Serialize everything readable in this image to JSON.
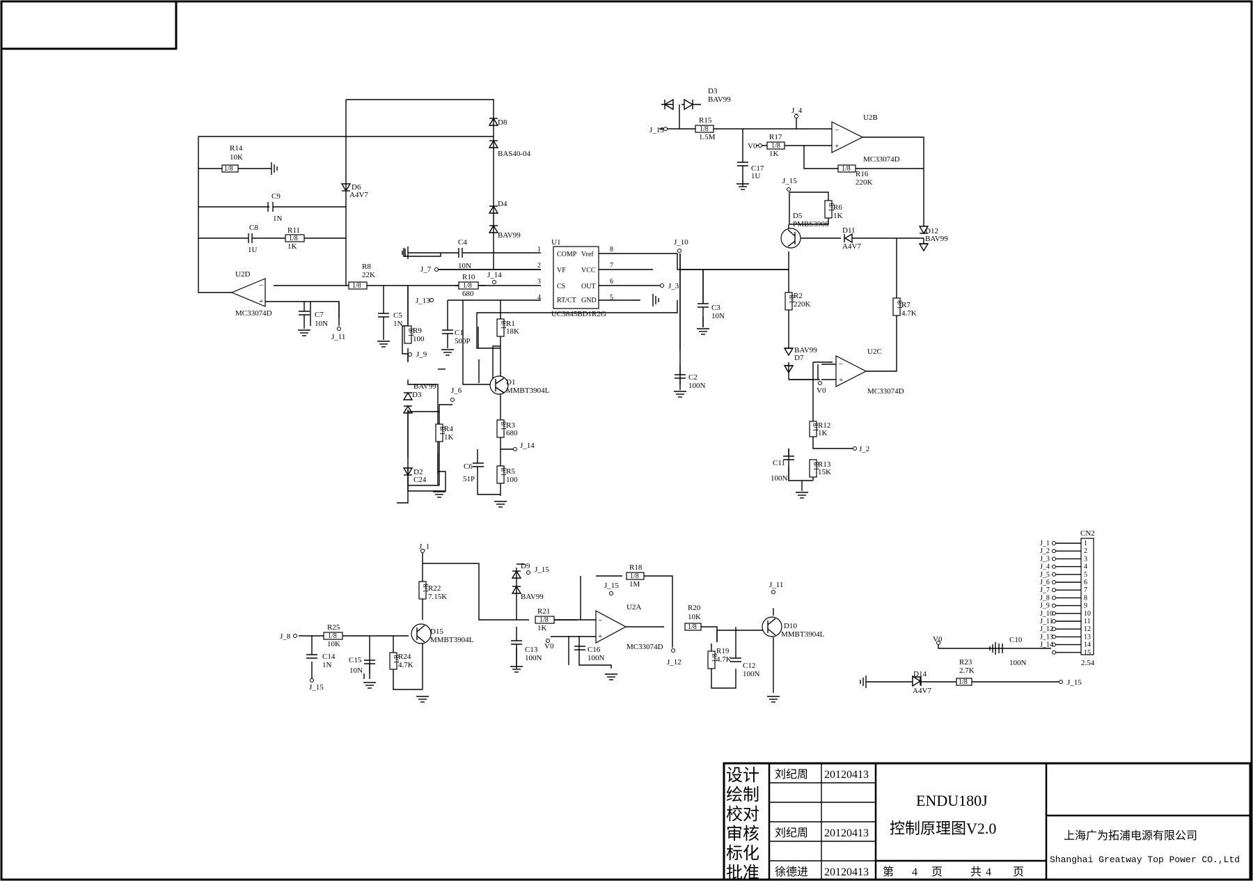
{
  "title_block": {
    "rows": [
      {
        "role": "设计",
        "name": "刘纪周",
        "date": "20120413"
      },
      {
        "role": "绘制",
        "name": "",
        "date": ""
      },
      {
        "role": "校对",
        "name": "",
        "date": ""
      },
      {
        "role": "审核",
        "name": "刘纪周",
        "date": "20120413"
      },
      {
        "role": "标化",
        "name": "",
        "date": ""
      },
      {
        "role": "批准",
        "name": "徐德进",
        "date": "20120413"
      }
    ],
    "project": "ENDU180J",
    "drawing_title": "控制原理图V2.0",
    "sheet_prefix": "第",
    "sheet_no": "4",
    "sheet_unit": "页",
    "total_prefix": "共",
    "total_no": "4",
    "total_unit": "页",
    "company_cn": "上海广为拓浦电源有限公司",
    "company_en": "Shanghai Greatway Top Power CO.,Ltd"
  },
  "ic_u1": {
    "ref": "U1",
    "part": "UC3845BD1R2G",
    "left_pins": [
      "COMP",
      "VF",
      "CS",
      "RT/CT"
    ],
    "left_nums": [
      "1",
      "2",
      "3",
      "4"
    ],
    "right_pins": [
      "Vref",
      "VCC",
      "OUT",
      "GND"
    ],
    "right_nums": [
      "8",
      "7",
      "6",
      "5"
    ]
  },
  "opamps": [
    {
      "id": "u2d",
      "ref": "U2D",
      "part": "MC33074D"
    },
    {
      "id": "u2b",
      "ref": "U2B",
      "part": "MC33074D"
    },
    {
      "id": "u2c",
      "ref": "U2C",
      "part": "MC33074D"
    },
    {
      "id": "u2a",
      "ref": "U2A",
      "part": "MC33074D"
    }
  ],
  "components": [
    {
      "id": "r14",
      "labels": [
        "R14",
        "10K",
        "1/8"
      ]
    },
    {
      "id": "c9",
      "labels": [
        "C9",
        "1N"
      ]
    },
    {
      "id": "c8",
      "labels": [
        "C8",
        "1U"
      ]
    },
    {
      "id": "r11",
      "labels": [
        "R11",
        "1K",
        "1/8"
      ]
    },
    {
      "id": "d6",
      "labels": [
        "D6",
        "A4V7"
      ]
    },
    {
      "id": "d8",
      "labels": [
        "D8",
        "BAS40-04"
      ]
    },
    {
      "id": "d4",
      "labels": [
        "D4",
        "BAV99"
      ]
    },
    {
      "id": "c4",
      "labels": [
        "C4",
        "10N"
      ]
    },
    {
      "id": "r8",
      "labels": [
        "R8",
        "22K",
        "1/8"
      ]
    },
    {
      "id": "c7",
      "labels": [
        "C7",
        "10N"
      ]
    },
    {
      "id": "c5",
      "labels": [
        "C5",
        "1N"
      ]
    },
    {
      "id": "r10",
      "labels": [
        "R10",
        "680",
        "1/8"
      ]
    },
    {
      "id": "c1",
      "labels": [
        "C1",
        "500P"
      ]
    },
    {
      "id": "r1",
      "labels": [
        "R1",
        "18K",
        "1/8"
      ]
    },
    {
      "id": "r9",
      "labels": [
        "R9",
        "100",
        "1/8"
      ]
    },
    {
      "id": "d3",
      "labels": [
        "BAV99",
        "D3"
      ]
    },
    {
      "id": "r4",
      "labels": [
        "R4",
        "1K",
        "1/8"
      ]
    },
    {
      "id": "d2",
      "labels": [
        "D2",
        "C24"
      ]
    },
    {
      "id": "q1",
      "labels": [
        "D1",
        "MMBT3904L"
      ]
    },
    {
      "id": "r3",
      "labels": [
        "R3",
        "680",
        "1/8"
      ]
    },
    {
      "id": "c6",
      "labels": [
        "C6",
        "51P"
      ]
    },
    {
      "id": "r5",
      "labels": [
        "R5",
        "100",
        "1/8"
      ]
    },
    {
      "id": "c3",
      "labels": [
        "C3",
        "10N"
      ]
    },
    {
      "id": "c2",
      "labels": [
        "C2",
        "100N"
      ]
    },
    {
      "id": "d3b",
      "labels": [
        "D3",
        "BAV99"
      ]
    },
    {
      "id": "r15",
      "labels": [
        "R15",
        "1.5M",
        "1/8"
      ]
    },
    {
      "id": "r17",
      "labels": [
        "R17",
        "1K",
        "1/8"
      ]
    },
    {
      "id": "c17",
      "labels": [
        "C17",
        "1U"
      ]
    },
    {
      "id": "r16",
      "labels": [
        "R16",
        "220K",
        "1/8"
      ]
    },
    {
      "id": "q5",
      "labels": [
        "D5",
        "PMBS3906"
      ]
    },
    {
      "id": "r6",
      "labels": [
        "R6",
        "1K",
        "1/8"
      ]
    },
    {
      "id": "d11",
      "labels": [
        "D11",
        "A4V7"
      ]
    },
    {
      "id": "d12",
      "labels": [
        "D12",
        "BAV99"
      ]
    },
    {
      "id": "r2",
      "labels": [
        "R2",
        "220K",
        "1/8"
      ]
    },
    {
      "id": "r7",
      "labels": [
        "R7",
        "4.7K",
        "1/8"
      ]
    },
    {
      "id": "d7",
      "labels": [
        "BAV99",
        "D7"
      ]
    },
    {
      "id": "r12",
      "labels": [
        "R12",
        "1K",
        "1/8"
      ]
    },
    {
      "id": "c11",
      "labels": [
        "C11",
        "100N"
      ]
    },
    {
      "id": "r13",
      "labels": [
        "R13",
        "15K",
        "1/8"
      ]
    },
    {
      "id": "r22",
      "labels": [
        "R22",
        "7.15K",
        "1/8"
      ]
    },
    {
      "id": "q15",
      "labels": [
        "D15",
        "MMBT3904L"
      ]
    },
    {
      "id": "r25",
      "labels": [
        "R25",
        "10K",
        "1/8"
      ]
    },
    {
      "id": "c14",
      "labels": [
        "C14",
        "1N"
      ]
    },
    {
      "id": "c15",
      "labels": [
        "C15",
        "10N"
      ]
    },
    {
      "id": "r24",
      "labels": [
        "R24",
        "4.7K",
        "1/8"
      ]
    },
    {
      "id": "d9",
      "labels": [
        "D9",
        "BAV99"
      ]
    },
    {
      "id": "r21",
      "labels": [
        "R21",
        "1K",
        "1/8"
      ]
    },
    {
      "id": "c13",
      "labels": [
        "C13",
        "100N"
      ]
    },
    {
      "id": "c16",
      "labels": [
        "C16",
        "100N"
      ]
    },
    {
      "id": "r18",
      "labels": [
        "R18",
        "1M",
        "1/8"
      ]
    },
    {
      "id": "r20",
      "labels": [
        "R20",
        "10K",
        "1/8"
      ]
    },
    {
      "id": "r19",
      "labels": [
        "R19",
        "4.7K",
        "1/8"
      ]
    },
    {
      "id": "c12",
      "labels": [
        "C12",
        "100N"
      ]
    },
    {
      "id": "q10",
      "labels": [
        "D10",
        "MMBT3904L"
      ]
    },
    {
      "id": "c10",
      "labels": [
        "C10",
        "100N"
      ]
    },
    {
      "id": "d14",
      "labels": [
        "D14",
        "A4V7"
      ]
    },
    {
      "id": "r23",
      "labels": [
        "R23",
        "2.7K",
        "1/8"
      ]
    }
  ],
  "nets": [
    {
      "id": "j_7",
      "label": "J_7"
    },
    {
      "id": "j_14a",
      "label": "J_14"
    },
    {
      "id": "j_13",
      "label": "J_13"
    },
    {
      "id": "j_11a",
      "label": "J_11"
    },
    {
      "id": "j_9",
      "label": "J_9"
    },
    {
      "id": "j_6",
      "label": "J_6"
    },
    {
      "id": "j_14b",
      "label": "J_14"
    },
    {
      "id": "j_10",
      "label": "J_10"
    },
    {
      "id": "j_3",
      "label": "J_3"
    },
    {
      "id": "j_15a",
      "label": "J_15"
    },
    {
      "id": "j_4",
      "label": "J_4"
    },
    {
      "id": "v0a",
      "label": "V0"
    },
    {
      "id": "j_15b",
      "label": "J_15"
    },
    {
      "id": "v0b",
      "label": "V0"
    },
    {
      "id": "j_2",
      "label": "J_2"
    },
    {
      "id": "j_1",
      "label": "J_1"
    },
    {
      "id": "j_8",
      "label": "J_8"
    },
    {
      "id": "j_15c",
      "label": "J_15"
    },
    {
      "id": "j_15d",
      "label": "J_15"
    },
    {
      "id": "j_15e",
      "label": "J_15"
    },
    {
      "id": "v0c",
      "label": "V0"
    },
    {
      "id": "j_12",
      "label": "J_12"
    },
    {
      "id": "j_11b",
      "label": "J_11"
    },
    {
      "id": "v0d",
      "label": "V0"
    },
    {
      "id": "j_15f",
      "label": "J_15"
    }
  ],
  "connector": {
    "ref": "CN2",
    "pitch": "2.54",
    "pins": [
      "1",
      "2",
      "3",
      "4",
      "5",
      "6",
      "7",
      "8",
      "9",
      "10",
      "11",
      "12",
      "13",
      "14",
      "15"
    ],
    "nets": [
      "J_1",
      "J_2",
      "J_3",
      "J_4",
      "J_5",
      "J_6",
      "J_7",
      "J_8",
      "J_9",
      "J_10",
      "J_11",
      "J_12",
      "J_13",
      "J_14"
    ]
  }
}
